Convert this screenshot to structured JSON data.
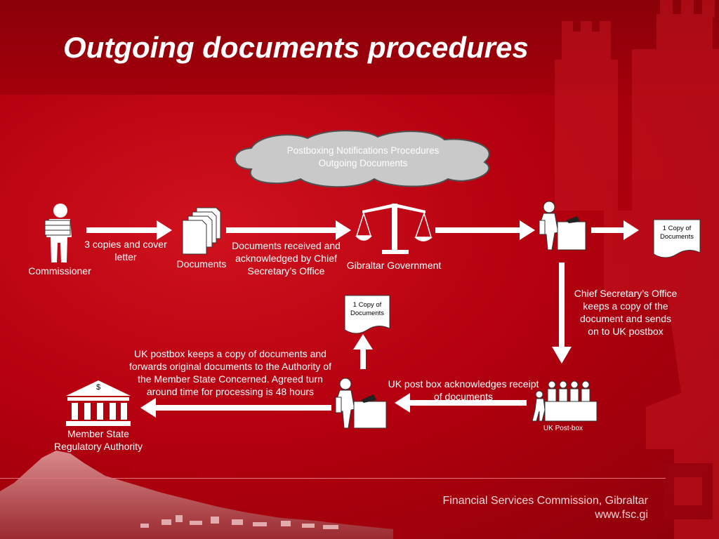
{
  "slide": {
    "title": "Outgoing documents procedures",
    "footer_line1": "Financial Services Commission, Gibraltar",
    "footer_line2": "www.fsc.gi"
  },
  "cloud": {
    "line1": "Postboxing Notifications Procedures",
    "line2": "Outgoing Documents"
  },
  "nodes": {
    "commissioner": "Commissioner",
    "cover_letter_line1": "3 copies and cover",
    "cover_letter_line2": "letter",
    "documents": "Documents",
    "received_line1": "Documents received and",
    "received_line2": "acknowledged by Chief",
    "received_line3": "Secretary’s Office",
    "gibraltar_government": "Gibraltar Government",
    "copy_doc_line1": "1 Copy of",
    "copy_doc_line2": "Documents",
    "cso_line1": "Chief Secretary’s Office",
    "cso_line2": "keeps a copy of the",
    "cso_line3": "document and sends",
    "cso_line4": "on to UK postbox",
    "uk_postbox_label": "UK Post-box",
    "uk_ack_line1": "UK post box acknowledges receipt",
    "uk_ack_line2": "of documents",
    "uk_keeps_line1": "UK postbox keeps a copy of documents and",
    "uk_keeps_line2": "forwards original documents to the Authority of",
    "uk_keeps_line3": "the Member State Concerned.  Agreed turn",
    "uk_keeps_line4": "around time for processing is 48 hours",
    "bank_symbol": "$",
    "member_state_line1": "Member State",
    "member_state_line2": "Regulatory Authority"
  },
  "icons": [
    "commissioner-person-icon",
    "documents-stack-icon",
    "scales-icon",
    "desk-worker-icon",
    "document-icon",
    "group-desk-icon",
    "bank-building-icon",
    "castle-emblem",
    "rock-of-gibraltar-image"
  ],
  "colors": {
    "background": "#b7000f",
    "header_band": "#8a0008",
    "arrow": "#ffffff",
    "cloud_fill": "#c9c9c9"
  }
}
